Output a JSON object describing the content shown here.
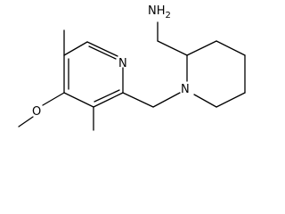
{
  "structure": {
    "atoms": {
      "amine_n": "NH2",
      "piperidine_n": "N",
      "pyridine_n": "N",
      "methoxy_o": "O"
    }
  },
  "colors": {
    "bond": "#000000",
    "label": "#000000",
    "background": "#ffffff"
  }
}
